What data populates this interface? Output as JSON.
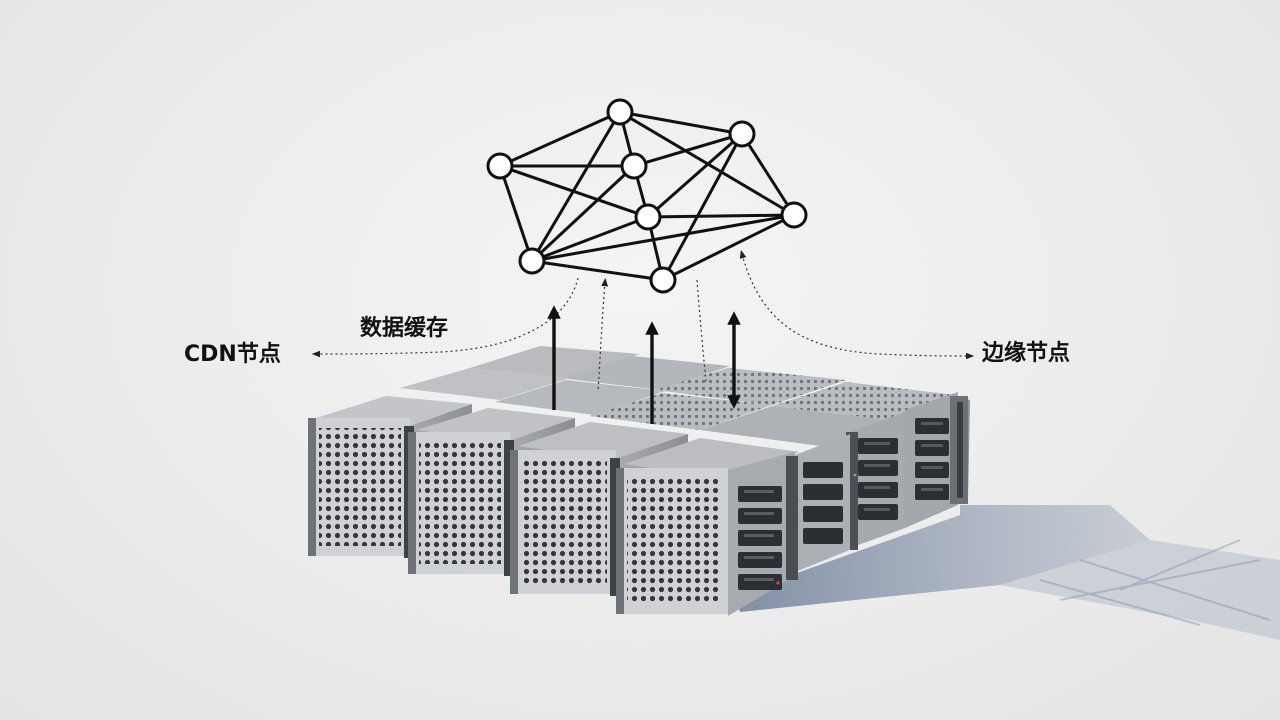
{
  "labels": {
    "cdn_node": "CDN节点",
    "data_cache": "数据缓存",
    "edge_node": "边缘节点"
  },
  "network": {
    "node_count": 8,
    "edge_count": 20
  },
  "colors": {
    "background": "#ececec",
    "ink": "#111111",
    "server_body": "#c9cbcf",
    "server_top": "#b4b7bb",
    "server_dark": "#2e3136",
    "shadow": "#7d8aa3"
  },
  "icons": {
    "network": "mesh-network-icon",
    "server": "server-rack-icon",
    "arrow": "arrow-icon"
  }
}
